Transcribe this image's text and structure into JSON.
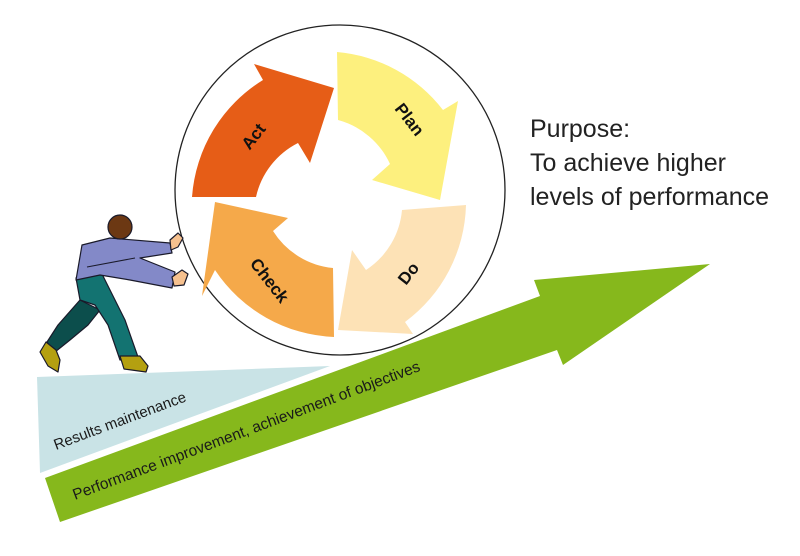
{
  "cycle": {
    "stages": [
      {
        "label": "Plan",
        "color": "#fdf07e"
      },
      {
        "label": "Do",
        "color": "#fde2b6"
      },
      {
        "label": "Check",
        "color": "#f5a94a"
      },
      {
        "label": "Act",
        "color": "#e65d17"
      }
    ]
  },
  "purpose": {
    "line1": "Purpose:",
    "line2": "To achieve higher",
    "line3": "levels of performance"
  },
  "ramp": {
    "maintenance_label": "Results maintenance",
    "maintenance_color": "#c9e3e6",
    "improvement_label": "Performance improvement, achievement of objectives",
    "improvement_color": "#86b81c"
  }
}
